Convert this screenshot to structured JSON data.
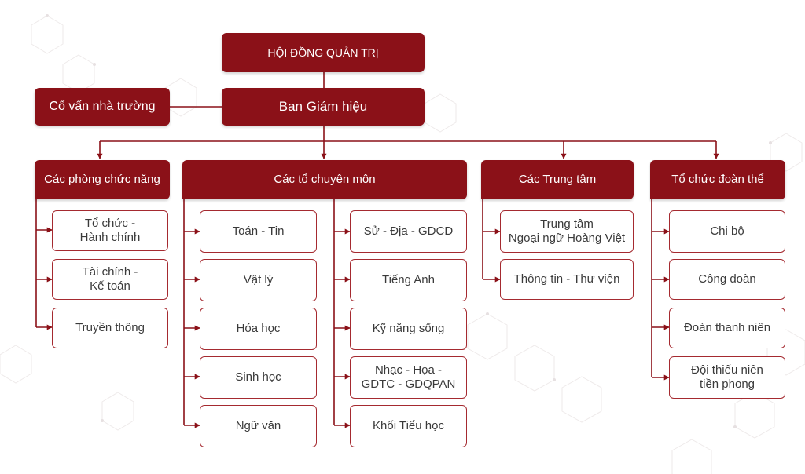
{
  "colors": {
    "primary": "#8b1118",
    "box_border": "#a52a30",
    "connector": "#8b1118",
    "background_pattern": "#e8e2e3"
  },
  "board": "HỘI ĐỒNG QUẢN TRỊ",
  "principal": "Ban Giám hiệu",
  "advisor": "Cố vấn nhà trường",
  "functional": {
    "title": "Các phòng chức năng",
    "items": [
      "Tổ chức -\nHành chính",
      "Tài chính -\nKế toán",
      "Truyền thông"
    ]
  },
  "departments": {
    "title": "Các tổ chuyên môn",
    "left_items": [
      "Toán - Tin",
      "Vật lý",
      "Hóa học",
      "Sinh học",
      "Ngữ văn"
    ],
    "right_items": [
      "Sử - Địa - GDCD",
      "Tiếng Anh",
      "Kỹ năng sống",
      "Nhạc - Họa -\nGDTC - GDQPAN",
      "Khối Tiểu học"
    ]
  },
  "centers": {
    "title": "Các Trung tâm",
    "items": [
      "Trung tâm\nNgoại ngữ Hoàng Việt",
      "Thông tin - Thư viện"
    ]
  },
  "unions": {
    "title": "Tổ chức đoàn thể",
    "items": [
      "Chi bộ",
      "Công đoàn",
      "Đoàn thanh niên",
      "Đội thiếu niên\ntiền phong"
    ]
  }
}
